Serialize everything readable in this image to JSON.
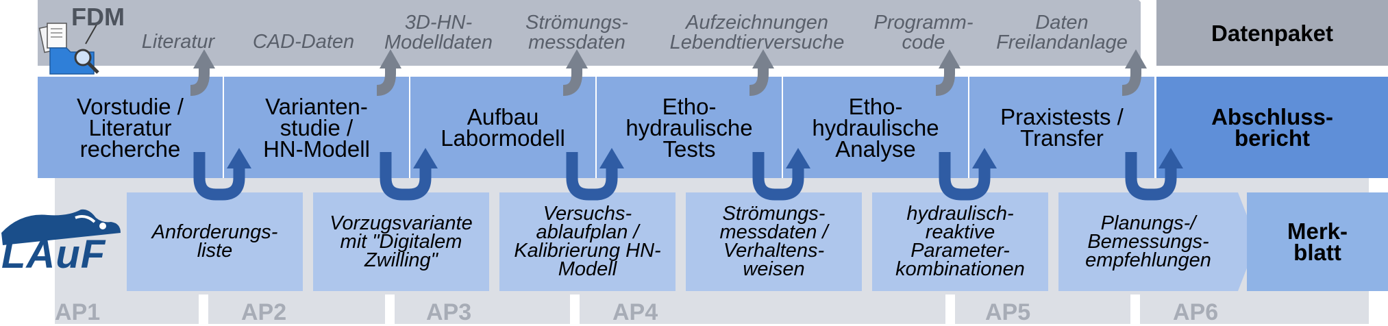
{
  "fdm": {
    "title": "FDM",
    "items": [
      "Literatur",
      "CAD-Daten",
      "3D-HN-\nModelldaten",
      "Strömungs-\nmessdaten",
      "Aufzeichnungen\nLebendtierversuche",
      "Programm-\ncode",
      "Daten\nFreilandanlage"
    ],
    "result": "Datenpaket"
  },
  "workstreams": [
    "Vorstudie /\nLiteratur\nrecherche",
    "Varianten-\nstudie /\nHN-Modell",
    "Aufbau\nLabormodell",
    "Etho-\nhydraulische\nTests",
    "Etho-\nhydraulische\nAnalyse",
    "Praxistests /\nTransfer"
  ],
  "workstream_result": "Abschluss-\nbericht",
  "results": [
    "Anforderungs-\nliste",
    "Vorzugsvariante\nmit \"Digitalem\nZwilling\"",
    "Versuchs-\nablaufplan /\nKalibrierung HN-\nModell",
    "Strömungs-\nmessdaten /\nVerhaltens-\nweisen",
    "hydraulisch-\nreaktive\nParameter-\nkombinationen",
    "Planungs-/\nBemessungs-\nempfehlungen"
  ],
  "results_final": "Merk-\nblatt",
  "work_packages": [
    "AP1",
    "AP2",
    "AP3",
    "AP4",
    "AP5",
    "AP6"
  ],
  "logo": {
    "text": "LAuF"
  },
  "colors": {
    "fdm_band": "#b6bcc8",
    "datenpaket": "#a4aab6",
    "workstream": "#86aae2",
    "abschluss": "#5f8fd8",
    "result": "#aec6ec",
    "merkblatt": "#8fb3e6",
    "arrow": "#2f5ca4",
    "gray_arrow": "#79818e",
    "ap_text": "#a7acb6"
  }
}
